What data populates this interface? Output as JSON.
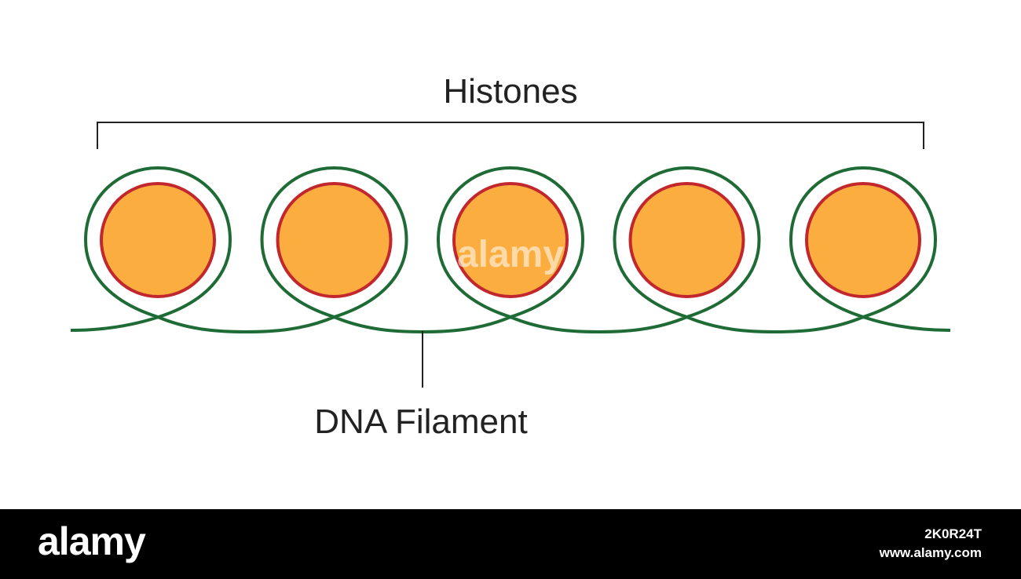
{
  "diagram": {
    "histones_label": "Histones",
    "dna_label": "DNA Filament",
    "nucleosome_count": 5,
    "colors": {
      "histone_fill": "#FBAE3F",
      "histone_outline": "#C1272D",
      "dna_strand": "#1F6B36",
      "bracket": "#222222"
    }
  },
  "watermark": {
    "text": "alamy"
  },
  "footer": {
    "brand": "alamy",
    "image_id": "2K0R24T",
    "url": "www.alamy.com"
  }
}
